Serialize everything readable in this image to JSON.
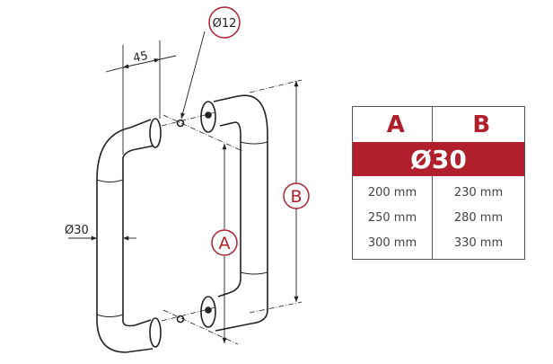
{
  "drawing": {
    "dim_width": "45",
    "dim_screw": "Ø12",
    "dim_tube": "Ø30",
    "label_a": "A",
    "label_b": "B"
  },
  "table": {
    "headers": [
      "A",
      "B"
    ],
    "diameter": "Ø30",
    "rows": [
      [
        "200 mm",
        "230 mm"
      ],
      [
        "250 mm",
        "280 mm"
      ],
      [
        "300 mm",
        "330 mm"
      ]
    ]
  },
  "colors": {
    "accent": "#b01f2b"
  }
}
